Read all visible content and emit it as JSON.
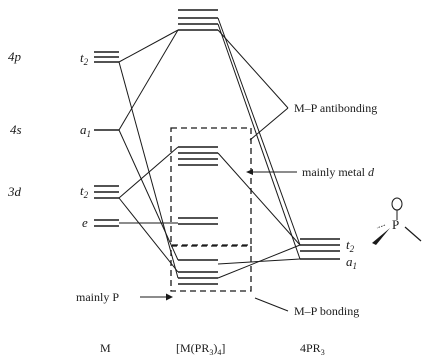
{
  "diagram": {
    "metal_orbitals": {
      "4p": {
        "label": "4p",
        "symmetry": "t",
        "symmetry_sub": "2"
      },
      "4s": {
        "label": "4s",
        "symmetry": "a",
        "symmetry_sub": "1"
      },
      "3d_t2": {
        "label": "3d",
        "symmetry": "t",
        "symmetry_sub": "2"
      },
      "3d_e": {
        "symmetry": "e"
      }
    },
    "ligand_orbitals": {
      "t2": {
        "symmetry": "t",
        "symmetry_sub": "2"
      },
      "a1": {
        "symmetry": "a",
        "symmetry_sub": "1"
      },
      "phosphine_atom": "P"
    },
    "annotations": {
      "antibonding": "M–P antibonding",
      "metal_d": "mainly metal",
      "metal_d_italic": "d",
      "bonding": "M–P bonding",
      "mainly_p": "mainly P"
    },
    "column_labels": {
      "metal": "M",
      "complex_prefix": "[M(PR",
      "complex_sub1": "3",
      "complex_suffix": ")",
      "complex_sub2": "4",
      "complex_close": "]",
      "ligand_prefix": "4PR",
      "ligand_sub": "3"
    }
  }
}
